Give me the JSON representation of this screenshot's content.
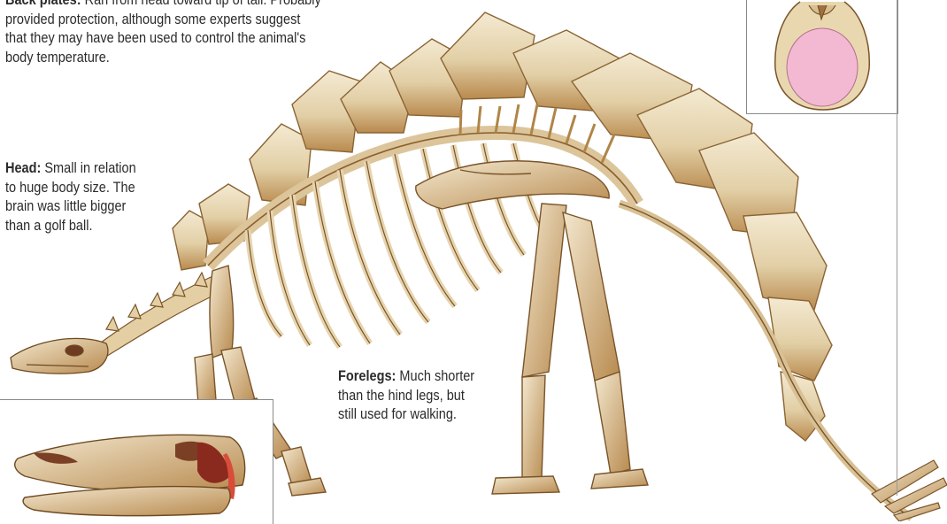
{
  "captions": {
    "back_plates": {
      "label": "Back plates:",
      "text": " Ran from head toward tip of tail. Probably provided protection, although some experts suggest that they may have been used to control the animal's body temperature."
    },
    "head": {
      "label": "Head:",
      "text": " Small in relation to huge body size. The brain was little bigger than a golf ball."
    },
    "forelegs": {
      "label": "Forelegs:",
      "text": " Much shorter than the hind legs, but still used for walking."
    }
  },
  "colors": {
    "bone": "#eadcc0",
    "bone_shadow": "#a9773a",
    "bone_dark": "#6e4a22",
    "brain_pink": "#f2b6cf",
    "muscle_red": "#b33a2a",
    "frame": "#8a8a8a"
  }
}
